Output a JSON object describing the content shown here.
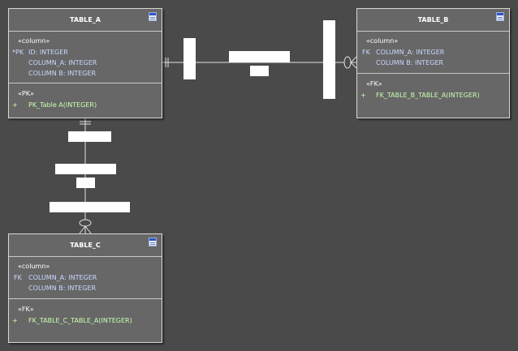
{
  "entities": {
    "table_a": {
      "title": "TABLE_A",
      "columns_stereotype": "«column»",
      "columns": [
        {
          "prefix": "*PK",
          "text": "ID: INTEGER"
        },
        {
          "prefix": "",
          "text": "COLUMN_A: INTEGER"
        },
        {
          "prefix": "",
          "text": "COLUMN B: INTEGER"
        }
      ],
      "keys_stereotype": "«PK»",
      "keys": [
        {
          "prefix": "+",
          "text": "PK_Table A(INTEGER)"
        }
      ]
    },
    "table_b": {
      "title": "TABLE_B",
      "columns_stereotype": "«column»",
      "columns": [
        {
          "prefix": "FK",
          "text": "COLUMN_A: INTEGER"
        },
        {
          "prefix": "",
          "text": "COLUMN B: INTEGER"
        }
      ],
      "keys_stereotype": "«FK»",
      "keys": [
        {
          "prefix": "+",
          "text": "FK_TABLE_B_TABLE_A(INTEGER)"
        }
      ]
    },
    "table_c": {
      "title": "TABLE_C",
      "columns_stereotype": "«column»",
      "columns": [
        {
          "prefix": "FK",
          "text": "COLUMN_A: INTEGER"
        },
        {
          "prefix": "",
          "text": "COLUMN B: INTEGER"
        }
      ],
      "keys_stereotype": "«FK»",
      "keys": [
        {
          "prefix": "+",
          "text": "FK_TABLE_C_TABLE_A(INTEGER)"
        }
      ]
    }
  },
  "colors": {
    "background": "#4a4a4a",
    "entity_fill": "#676767",
    "border": "#d8d8d8",
    "column_text": "#c8d8ff",
    "key_text": "#c8ffb0",
    "label_box": "#ffffff"
  }
}
